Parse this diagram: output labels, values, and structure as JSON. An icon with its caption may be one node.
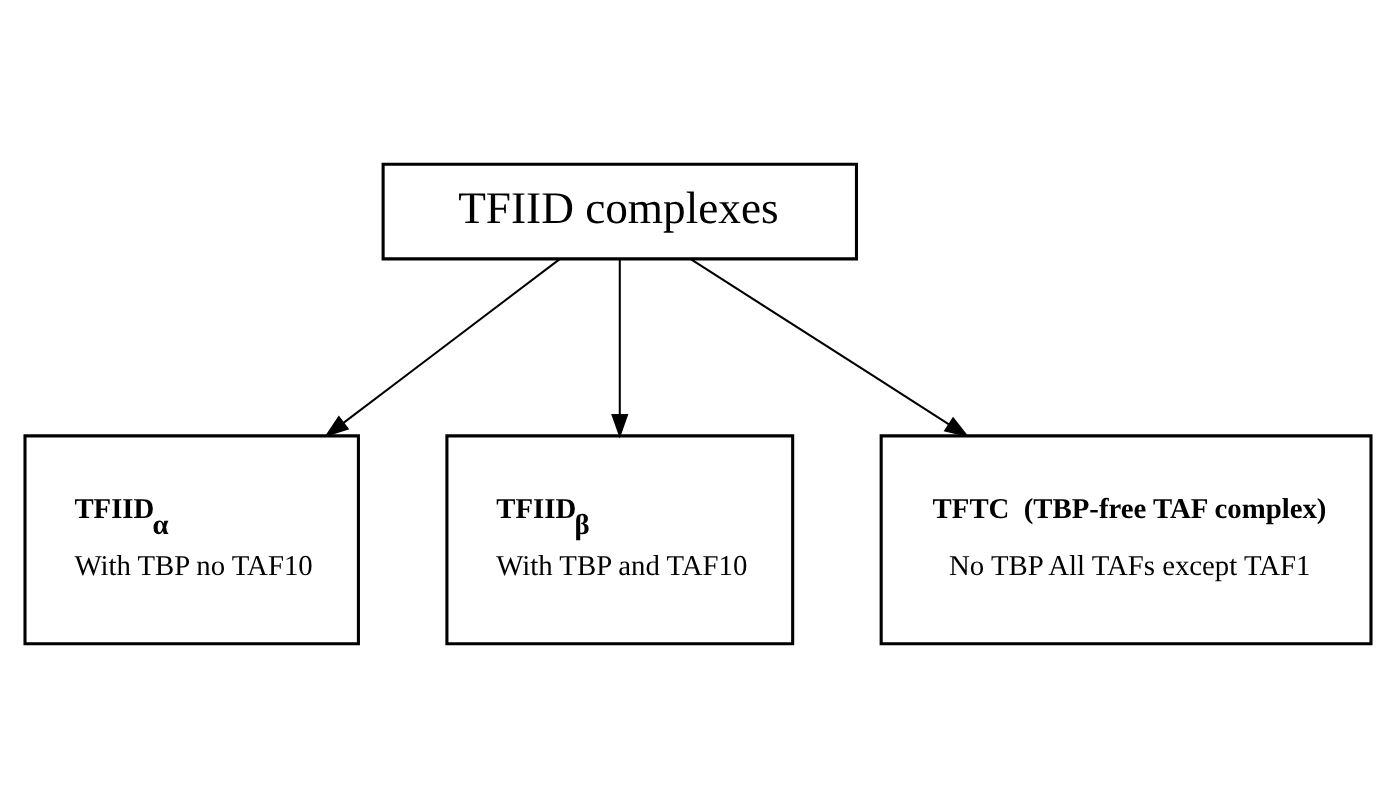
{
  "diagram": {
    "nodes": [
      {
        "text": [
          "TFIID complexes"
        ]
      },
      {
        "text": [
          "TFIID$_{α}$",
          "With TBP no TAF10"
        ]
      },
      {
        "text": [
          "TFIID$_{β}$",
          "With TBP and TAF10"
        ]
      },
      {
        "text": [
          "TFTC  (TBP-free TAF complex)",
          "No TBP All TAFs except TAF1"
        ]
      }
    ],
    "edges": [
      {
        "from": 0,
        "to": 1,
        "arrow": "to"
      },
      {
        "from": 0,
        "to": 2,
        "arrow": "to"
      },
      {
        "from": 0,
        "to": 3,
        "arrow": "to"
      }
    ]
  }
}
